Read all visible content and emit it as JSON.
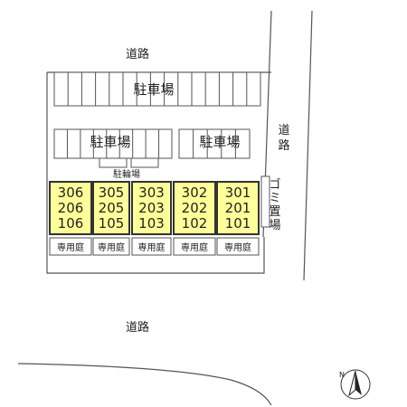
{
  "labels": {
    "road_top": "道路",
    "road_right": "道路",
    "road_bottom": "道路",
    "parking_top": "駐車場",
    "parking_left": "駐車場",
    "parking_right": "駐車場",
    "bicycle_parking": "駐輪場",
    "garbage": "ゴミ置場"
  },
  "units": [
    {
      "rooms": [
        "306",
        "206",
        "106"
      ],
      "garden": "専用庭"
    },
    {
      "rooms": [
        "305",
        "205",
        "105"
      ],
      "garden": "専用庭"
    },
    {
      "rooms": [
        "303",
        "203",
        "103"
      ],
      "garden": "専用庭"
    },
    {
      "rooms": [
        "302",
        "202",
        "102"
      ],
      "garden": "専用庭"
    },
    {
      "rooms": [
        "301",
        "201",
        "101"
      ],
      "garden": "専用庭"
    }
  ],
  "colors": {
    "building_fill": "#ffff99",
    "line": "#444444",
    "background": "#ffffff"
  },
  "compass": {
    "icon": "north-arrow-icon",
    "letter": "N"
  }
}
